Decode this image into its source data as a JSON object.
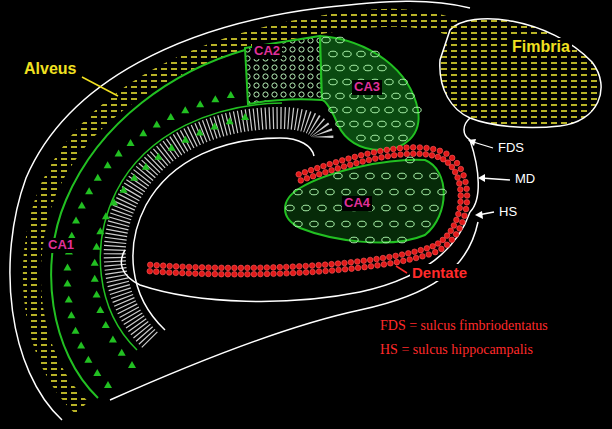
{
  "diagram": {
    "labels": [
      "Fimbria",
      "Alveus",
      "CA2",
      "CA3",
      "CA1",
      "FDS",
      "MD",
      "HS",
      "CA4",
      "Dentate",
      "FDS = sulcus fimbriodentatus",
      "HS = sulcus hippocampalis"
    ]
  }
}
